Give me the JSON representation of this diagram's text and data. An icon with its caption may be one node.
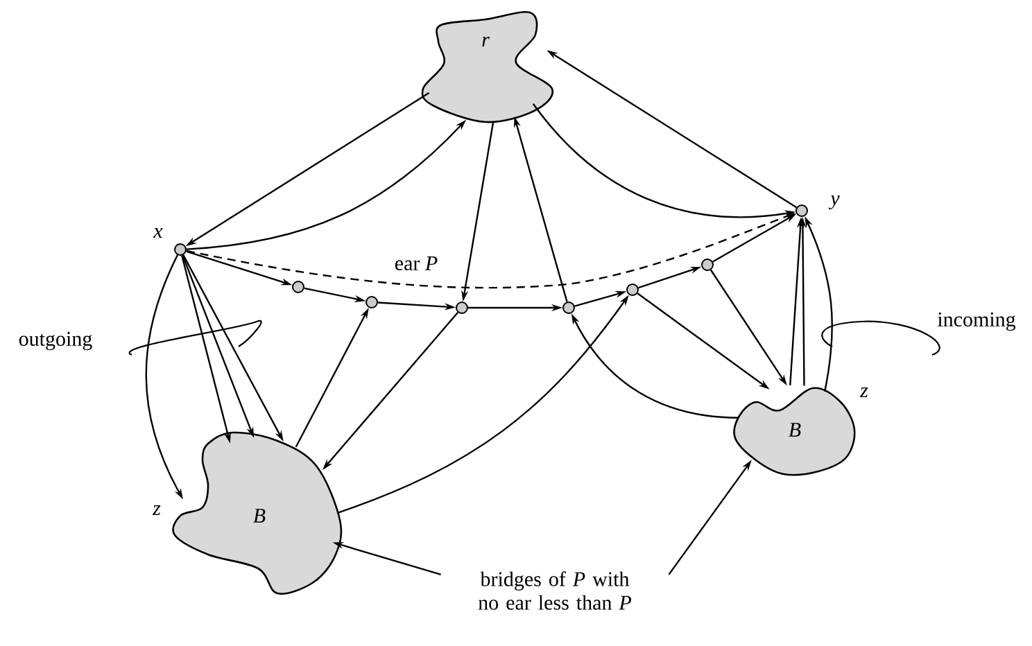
{
  "diagram": {
    "nodes": [
      {
        "text": [
          "r"
        ]
      },
      {
        "text": [],
        "shape": "circle",
        "beside": [
          "x"
        ]
      },
      {
        "text": [],
        "shape": "circle"
      },
      {
        "text": [],
        "shape": "circle"
      },
      {
        "text": [],
        "shape": "circle"
      },
      {
        "text": [],
        "shape": "circle"
      },
      {
        "text": [],
        "shape": "circle"
      },
      {
        "text": [],
        "shape": "circle"
      },
      {
        "text": [],
        "shape": "circle",
        "beside": [
          "y"
        ]
      },
      {
        "text": [
          "B"
        ],
        "beside": [
          "z"
        ]
      },
      {
        "text": [
          "B"
        ],
        "beside": [
          "z"
        ]
      },
      {
        "text": [
          "bridges of *P* with no ear less than *P*"
        ]
      }
    ],
    "edges": [
      {
        "from": 0,
        "to": 1,
        "arrow": "to"
      },
      {
        "from": 1,
        "to": 0,
        "arrow": "to"
      },
      {
        "from": 0,
        "to": 4,
        "arrow": "to"
      },
      {
        "from": 5,
        "to": 0,
        "arrow": "to"
      },
      {
        "from": 0,
        "to": 8,
        "arrow": "to"
      },
      {
        "from": 8,
        "to": 0,
        "arrow": "to"
      },
      {
        "from": 1,
        "to": 2,
        "arrow": "to"
      },
      {
        "from": 2,
        "to": 3,
        "arrow": "to"
      },
      {
        "from": 3,
        "to": 4,
        "arrow": "to"
      },
      {
        "from": 4,
        "to": 5,
        "arrow": "to"
      },
      {
        "from": 5,
        "to": 6,
        "arrow": "to"
      },
      {
        "from": 6,
        "to": 7,
        "arrow": "to"
      },
      {
        "from": 7,
        "to": 8,
        "arrow": "to"
      },
      {
        "from": 1,
        "to": 8,
        "arrow": "to",
        "style": "dashed"
      },
      {
        "from": 1,
        "to": 9,
        "arrow": "to"
      },
      {
        "from": 1,
        "to": 9,
        "arrow": "to"
      },
      {
        "from": 1,
        "to": 9,
        "arrow": "to"
      },
      {
        "from": 1,
        "to": 9,
        "arrow": "to"
      },
      {
        "from": 9,
        "to": 3,
        "arrow": "to"
      },
      {
        "from": 4,
        "to": 9,
        "arrow": "to"
      },
      {
        "from": 9,
        "to": 6,
        "arrow": "to"
      },
      {
        "from": 10,
        "to": 5,
        "arrow": "to"
      },
      {
        "from": 6,
        "to": 10,
        "arrow": "to"
      },
      {
        "from": 7,
        "to": 10,
        "arrow": "to"
      },
      {
        "from": 10,
        "to": 8,
        "arrow": "to"
      },
      {
        "from": 10,
        "to": 8,
        "arrow": "to"
      },
      {
        "from": 10,
        "to": 8,
        "arrow": "to"
      },
      {
        "from": 11,
        "to": 9,
        "arrow": "to"
      },
      {
        "from": 11,
        "to": 10,
        "arrow": "to"
      }
    ],
    "labels": [
      "ear *P*",
      "outgoing",
      "incoming"
    ]
  }
}
